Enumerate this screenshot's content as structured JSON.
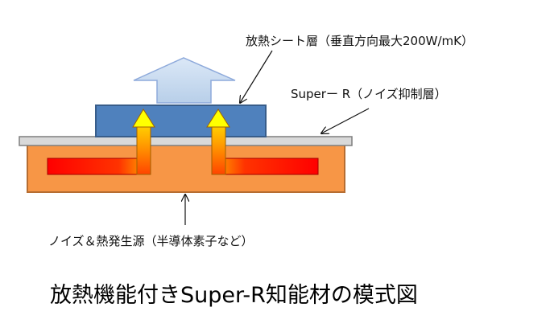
{
  "labels": {
    "heat_sheet": "放熱シート層（垂直方向最大200W/mK）",
    "super_r": "Superー R（ノイズ抑制層）",
    "noise_source": "ノイズ＆熱発生源（半導体素子など）"
  },
  "title": "放熱機能付きSuper-R知能材の模式図",
  "colors": {
    "heat_source": "#f79646",
    "super_r_layer": "#d9d9d9",
    "heat_sheet_layer": "#4f81bd",
    "dissipation_arrow": "#c6d9f1",
    "heat_arrow_red": "#ff0000",
    "heat_arrow_yellow": "#ffff00"
  }
}
